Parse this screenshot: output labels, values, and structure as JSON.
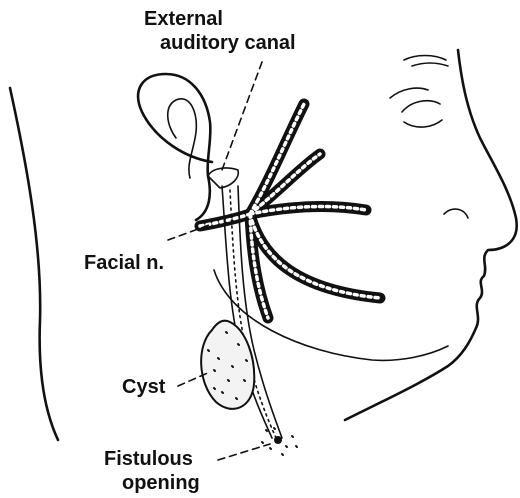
{
  "labels": {
    "external_canal_line1": "External",
    "external_canal_line2": "auditory canal",
    "facial_nerve": "Facial n.",
    "cyst": "Cyst",
    "fistula_line1": "Fistulous",
    "fistula_line2": "opening"
  }
}
